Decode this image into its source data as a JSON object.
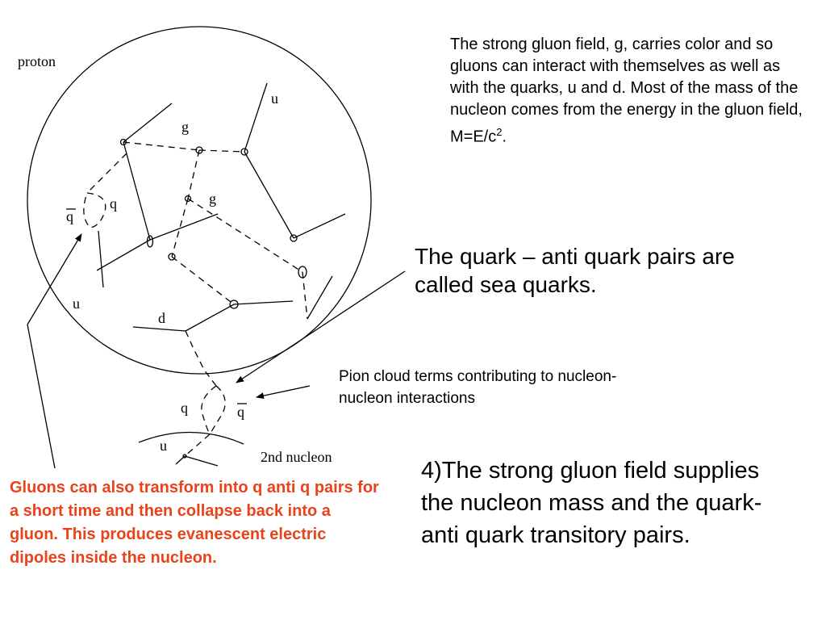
{
  "colors": {
    "lines": "#000000",
    "note_red": "#e8431a",
    "background": "#ffffff"
  },
  "labels": {
    "proton": "proton",
    "second_nucleon": "2nd nucleon",
    "u_top": "u",
    "g_top": "g",
    "g_mid": "g",
    "q_left": "q",
    "qbar_left": "q",
    "u_left": "u",
    "d": "d",
    "q_bottom": "q",
    "qbar_bottom": "q",
    "u_bottom": "u"
  },
  "texts": {
    "gluon_field": "The strong gluon field, g, carries color and so gluons can interact with themselves as well as with the quarks, u and d. Most of the mass of the nucleon comes from the energy in the gluon field, M=E/c",
    "gluon_field_sup": "2",
    "gluon_field_end": ".",
    "sea_quarks": "The quark – anti quark pairs are called sea quarks.",
    "pion_cloud": "Pion cloud terms contributing to nucleon-nucleon interactions",
    "mass_supply": "4)The strong gluon field supplies the nucleon mass and the quark-anti quark transitory pairs.",
    "red_note": "Gluons can also transform into q anti q pairs for a short time and then collapse back into a gluon. This produces evanescent electric dipoles inside the nucleon."
  }
}
